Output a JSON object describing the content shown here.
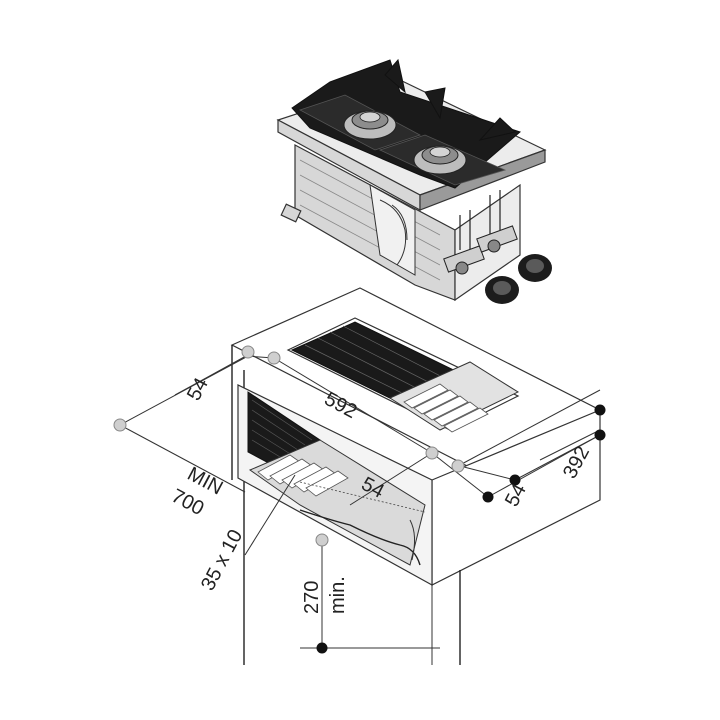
{
  "dimensions": {
    "depth_front": "54",
    "width": "592",
    "depth_right": "54",
    "depth": "392",
    "side_54": "54",
    "min_label": "MIN",
    "min_value": "700",
    "slot": "35 x 10",
    "height_value": "270",
    "height_min": "min."
  }
}
